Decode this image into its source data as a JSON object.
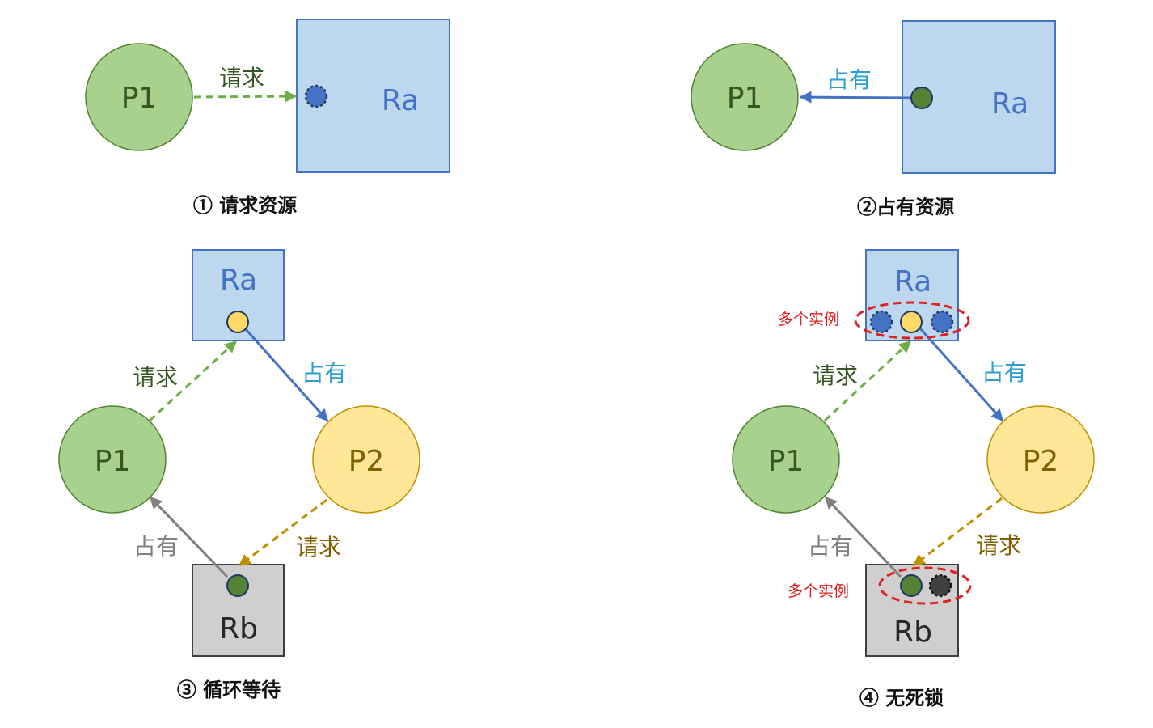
{
  "colors": {
    "process_green_fill": "#a9d18e",
    "process_green_stroke": "#548235",
    "process_yellow_fill": "#ffe699",
    "process_yellow_stroke": "#bf9000",
    "resource_blue_fill": "#bdd7ee",
    "resource_blue_stroke": "#4472c4",
    "resource_gray_fill": "#d0cece",
    "resource_gray_stroke": "#404040",
    "request_green_arrow": "#70ad47",
    "request_gold_arrow": "#bf9000",
    "hold_blue_arrow": "#4472c4",
    "hold_gray_arrow": "#808080",
    "request_label": "#375623",
    "hold_label_blue": "#2e9fd6",
    "hold_label_gray": "#7f7f7f",
    "multi_instance_red": "#e02020"
  },
  "panel1": {
    "process": "P1",
    "resource": "Ra",
    "edge_label": "请求",
    "caption": "① 请求资源"
  },
  "panel2": {
    "process": "P1",
    "resource": "Ra",
    "edge_label": "占有",
    "caption": "②占有资源"
  },
  "panel3": {
    "resource_top": "Ra",
    "resource_bottom": "Rb",
    "process_left": "P1",
    "process_right": "P2",
    "label_request_left": "请求",
    "label_hold_right": "占有",
    "label_hold_left": "占有",
    "label_request_right": "请求",
    "caption": "③ 循环等待"
  },
  "panel4": {
    "resource_top": "Ra",
    "resource_bottom": "Rb",
    "process_left": "P1",
    "process_right": "P2",
    "label_request_left": "请求",
    "label_hold_right": "占有",
    "label_hold_left": "占有",
    "label_request_right": "请求",
    "multi_instance_top": "多个实例",
    "multi_instance_bottom": "多个实例",
    "caption": "④ 无死锁"
  }
}
